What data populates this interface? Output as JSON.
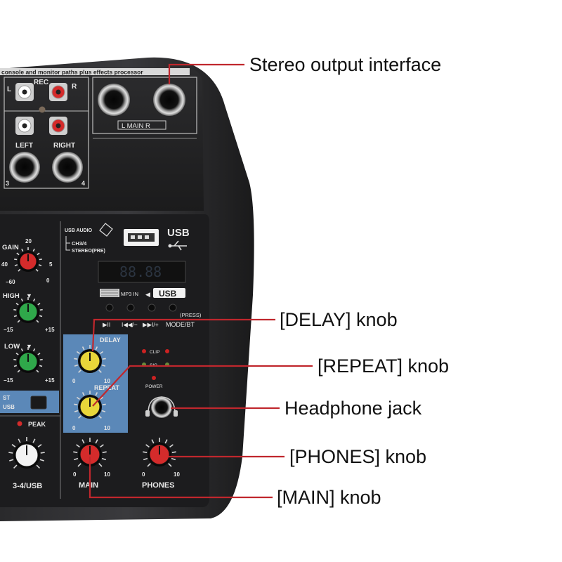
{
  "device": {
    "header_text": "console and monitor paths plus effects processor",
    "rec_label": "REC",
    "rec_left_letter": "L",
    "rec_right_letter": "R",
    "left_label": "LEFT",
    "right_label": "RIGHT",
    "ch3_number": "3",
    "ch4_number": "4",
    "main_out_label": "L  MAIN  R",
    "usb_audio_label": "USB AUDIO",
    "ch34_label": "CH3/4",
    "stereo_pre_label": "STEREO(PRE)",
    "usb_label": "USB",
    "display_text": "88.88",
    "mp3_in_label": "MP3 IN",
    "usb_badge": "USB",
    "press_label": "(PRESS)",
    "transport_labels": [
      "▶II",
      "I◀◀/−",
      "▶▶I/+",
      "MODE/BT"
    ],
    "gain_label": "GAIN",
    "gain_scale": {
      "top": "20",
      "left": "40",
      "right": "5",
      "bottom_left": "−60",
      "bottom_right": "0"
    },
    "high_label": "HIGH",
    "low_label": "LOW",
    "eq_scale": {
      "min": "−15",
      "max": "+15"
    },
    "st_label": "ST",
    "usb_switch_label": "USB",
    "peak_label": "PEAK",
    "ch34_usb_label": "3-4/USB",
    "delay_label": "DELAY",
    "repeat_label": "REPEAT",
    "knob_scale": {
      "min": "0",
      "max": "10"
    },
    "clip_label": "CLIP",
    "sig_label": "SIG",
    "power_label": "POWER",
    "main_label": "MAIN",
    "phones_label": "PHONES"
  },
  "callouts": [
    {
      "id": "stereo-output",
      "text": "Stereo output interface"
    },
    {
      "id": "delay-knob",
      "text": "[DELAY] knob"
    },
    {
      "id": "repeat-knob",
      "text": "[REPEAT] knob"
    },
    {
      "id": "headphone-jack",
      "text": "Headphone jack"
    },
    {
      "id": "phones-knob",
      "text": "[PHONES] knob"
    },
    {
      "id": "main-knob",
      "text": "[MAIN] knob"
    }
  ],
  "colors": {
    "leader_line": "#c0272d",
    "knob_red": "#d42b2b",
    "knob_green": "#2fa84a",
    "knob_yellow": "#e8d63a",
    "knob_white": "#f2f2f2",
    "effects_panel": "#5b88b8",
    "panel_dark": "#1c1c1e"
  }
}
